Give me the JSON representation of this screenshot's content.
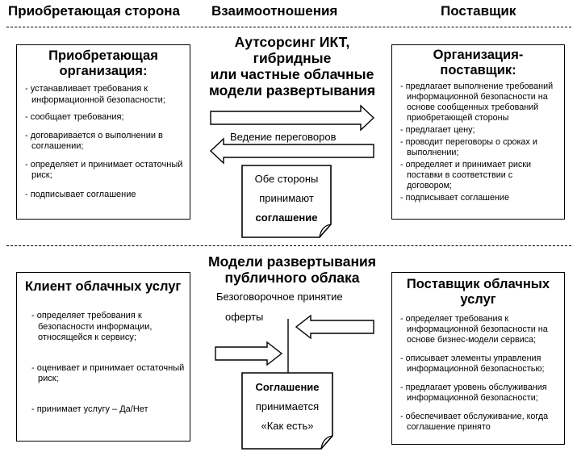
{
  "headers": {
    "acquirer": "Приобретающая сторона",
    "relations": "Взаимоотношения",
    "supplier": "Поставщик"
  },
  "top": {
    "center_title": [
      "Аутсорсинг ИКТ,",
      "гибридные",
      "или частные облачные",
      "модели развертывания"
    ],
    "negotiation_label": "Ведение переговоров",
    "note_lines": [
      "Обе стороны",
      "принимают",
      "соглашение"
    ],
    "left_box": {
      "title": [
        "Приобретающая",
        "организация:"
      ],
      "items": [
        "- устанавливает требования к информационной безопасности;",
        "- сообщает требования;",
        "- договаривается о выполнении в соглашении;",
        "- определяет и принимает остаточный риск;",
        "- подписывает соглашение"
      ]
    },
    "right_box": {
      "title": [
        "Организация-",
        "поставщик:"
      ],
      "items": [
        "- предлагает выполнение требований информационной безопасности на основе сообщенных требований приобретающей стороны",
        "- предлагает цену;",
        "- проводит переговоры о сроках и выполнении;",
        "- определяет и принимает риски поставки в соответствии с договором;",
        "- подписывает соглашение"
      ]
    }
  },
  "bottom": {
    "center_title": [
      "Модели развертывания",
      "публичного облака"
    ],
    "acceptance_label": [
      "Безоговорочное принятие",
      "оферты"
    ],
    "note_lines": [
      "Соглашение",
      "принимается",
      "«Как есть»"
    ],
    "left_box": {
      "title": [
        "Клиент облачных услуг"
      ],
      "items": [
        "- определяет требования к безопасности информации, относящейся к сервису;",
        "- оценивает и принимает остаточный риск;",
        "- принимает услугу – Да/Нет"
      ]
    },
    "right_box": {
      "title": [
        "Поставщик облачных",
        "услуг"
      ],
      "items": [
        "- определяет требования к информационной безопасности на основе бизнес-модели сервиса;",
        "- описывает элементы управления информационной безопасностью;",
        "- предлагает уровень обслуживания информационной безопасности;",
        "- обеспечивает обслуживание, когда соглашение принято"
      ]
    }
  }
}
